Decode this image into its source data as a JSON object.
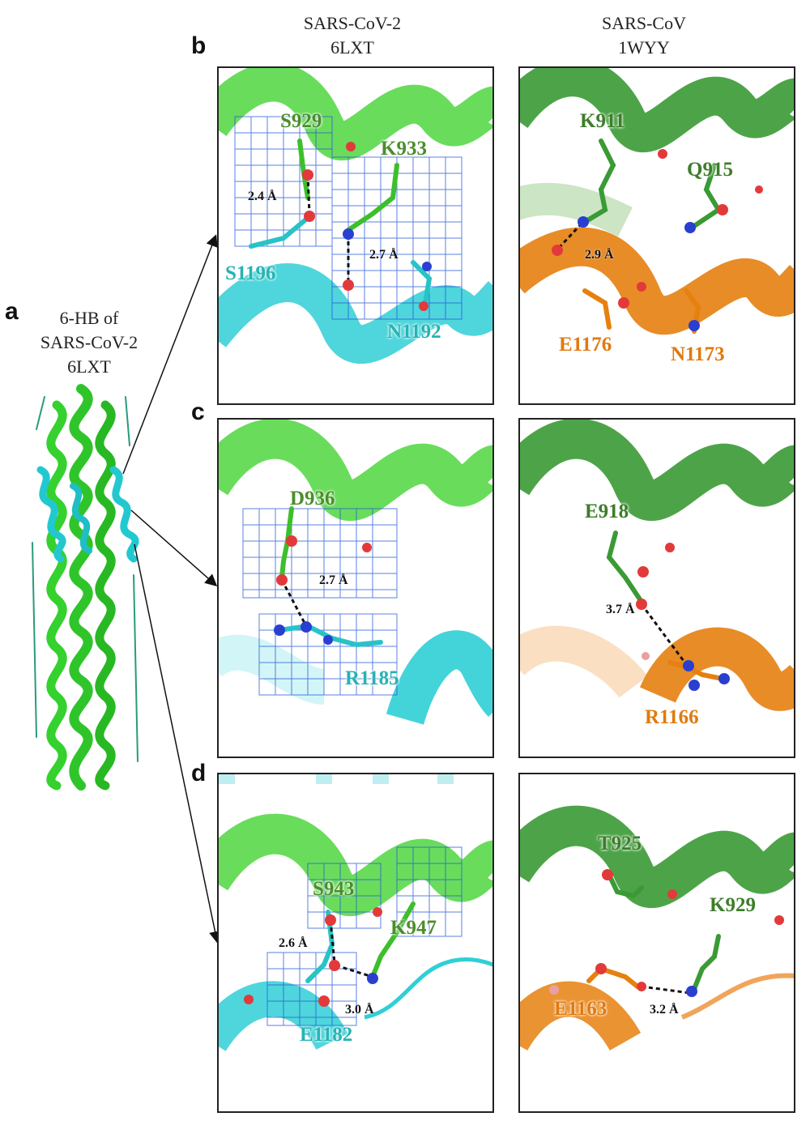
{
  "column_headers": {
    "left": [
      "SARS-CoV-2",
      "6LXT"
    ],
    "right": [
      "SARS-CoV",
      "1WYY"
    ]
  },
  "side_label": {
    "letter": "a",
    "title": [
      "6-HB of",
      "SARS-CoV-2",
      "6LXT"
    ]
  },
  "rows": [
    {
      "letter": "b",
      "left": {
        "residues": [
          "S929",
          "K933",
          "S1196",
          "N1192"
        ],
        "distances": [
          "2.4 Å",
          "2.7 Å"
        ]
      },
      "right": {
        "residues": [
          "K911",
          "Q915",
          "E1176",
          "N1173"
        ],
        "distances": [
          "2.9 Å"
        ]
      }
    },
    {
      "letter": "c",
      "left": {
        "residues": [
          "D936",
          "R1185"
        ],
        "distances": [
          "2.7 Å"
        ]
      },
      "right": {
        "residues": [
          "E918",
          "R1166"
        ],
        "distances": [
          "3.7 Å"
        ]
      }
    },
    {
      "letter": "d",
      "left": {
        "residues": [
          "S943",
          "K947",
          "E1182"
        ],
        "distances": [
          "2.6 Å",
          "3.0 Å"
        ]
      },
      "right": {
        "residues": [
          "T925",
          "K929",
          "E1163"
        ],
        "distances": [
          "3.2 Å"
        ]
      }
    }
  ],
  "colors": {
    "green": "#3fcc2c",
    "dark_green": "#3a8f34",
    "cyan": "#22cfd6",
    "orange": "#e6800f",
    "mesh": "#2456d6",
    "oxygen": "#e23a3a",
    "nitrogen": "#2a3fd0"
  }
}
